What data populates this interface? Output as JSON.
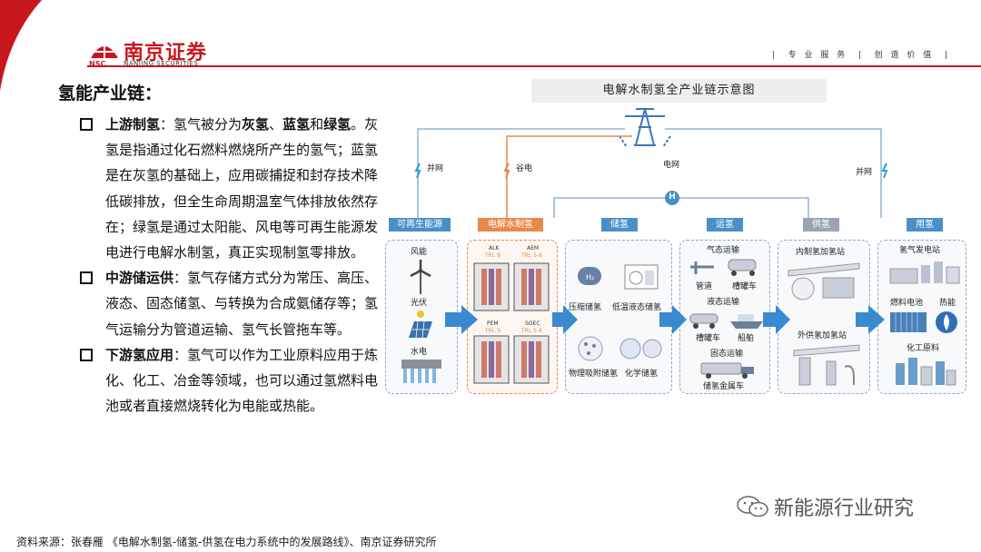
{
  "header": {
    "brand_cn": "南京证券",
    "brand_en": "NANJING SECURITIES",
    "brand_abbr": "NSC",
    "slogan": "|  专 业 服 务  |  创 造 价 值  |",
    "accent": "#c8161d"
  },
  "section_title": "氢能产业链：",
  "bullets": [
    {
      "label": "上游制氢",
      "text_1": "：氢气被分为",
      "b1": "灰氢",
      "sep1": "、",
      "b2": "蓝氢",
      "sep2": "和",
      "b3": "绿氢",
      "text_2": "。灰氢是指通过化石燃料燃烧所产生的氢气；蓝氢是在灰氢的基础上，应用碳捕捉和封存技术降低碳排放，但全生命周期温室气体排放依然存在；绿氢是通过太阳能、风电等可再生能源发电进行电解水制氢，真正实现制氢零排放。"
    },
    {
      "label": "中游储运供",
      "text": "：氢气存储方式分为常压、高压、液态、固态储氢、与转换为合成氨储存等；氢气运输分为管道运输、氢气长管拖车等。"
    },
    {
      "label": "下游氢应用",
      "text": "：氢气可以作为工业原料应用于炼化、化工、冶金等领域，也可以通过氢燃料电池或者直接燃烧转化为电能或热能。"
    }
  ],
  "source": "资料来源：张春雁 《电解水制氢-储氢-供氢在电力系统中的发展路线》、南京证券研究所",
  "watermark": "新能源行业研究",
  "diagram": {
    "title": "电解水制氢全产业链示意图",
    "grid_label": "电网",
    "left_link": "并网",
    "mid_link": "谷电",
    "right_link": "并网",
    "h_badge": "H",
    "stages": [
      {
        "name": "可再生能源",
        "color": "#4a90c8"
      },
      {
        "name": "电解水制氢",
        "color": "#e8894a"
      },
      {
        "name": "储氢",
        "color": "#4a90c8"
      },
      {
        "name": "运氢",
        "color": "#4a90c8"
      },
      {
        "name": "供氢",
        "color": "#9aa5b1"
      },
      {
        "name": "用氢",
        "color": "#4a90c8"
      }
    ],
    "renewable": [
      "风能",
      "光伏",
      "水电"
    ],
    "electrolysis": {
      "types": [
        "ALK",
        "AEM",
        "PEM",
        "SOEC"
      ],
      "trl": [
        "TRL 9",
        "TRL 5-6",
        "TRL 9",
        "TRL 5-6"
      ]
    },
    "storage": [
      "压缩储氢",
      "低温液态储氢",
      "物理吸附储氢",
      "化学储氢"
    ],
    "transport": {
      "gas": "气态运输",
      "gas_items": [
        "管道",
        "槽罐车"
      ],
      "liquid": "液态运输",
      "liquid_items": [
        "槽罐车",
        "船舶"
      ],
      "solid": "固态运输",
      "solid_items": [
        "储氢金属车"
      ]
    },
    "supply": [
      "内制氢加氢站",
      "外供氢加氢站"
    ],
    "use": [
      "氢气发电站",
      "燃料电池",
      "热能",
      "化工原料"
    ]
  }
}
